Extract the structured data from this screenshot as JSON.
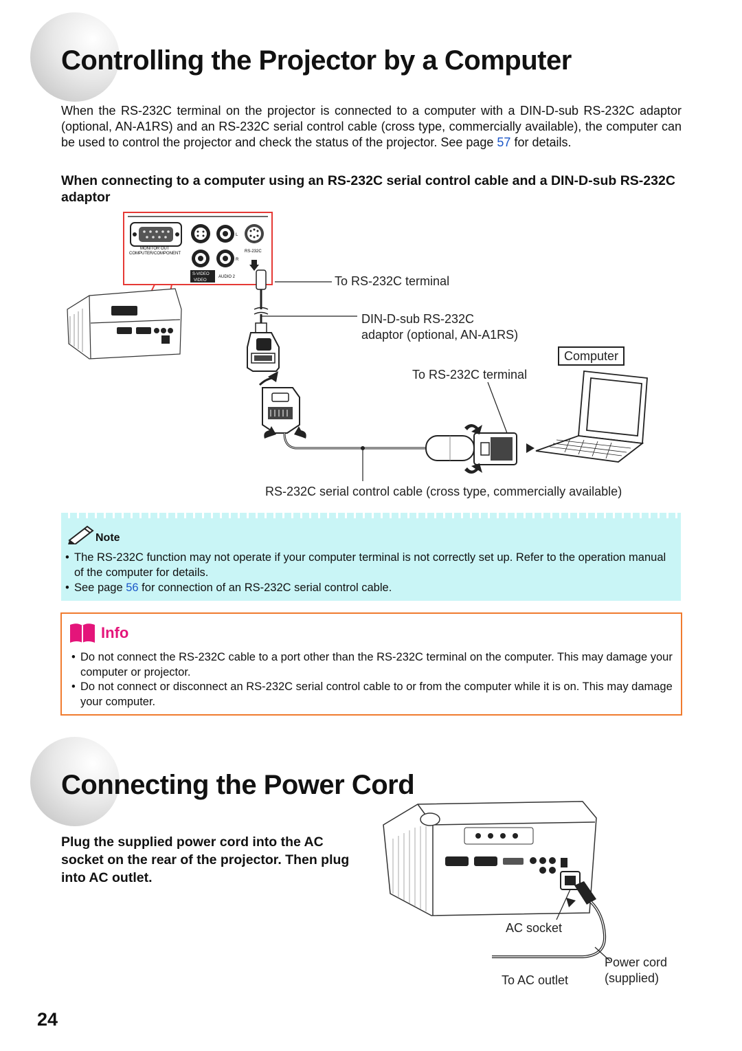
{
  "section1": {
    "title": "Controlling the Projector by a Computer",
    "intro_before": "When the RS-232C terminal on the projector is connected to a computer with a DIN-D-sub RS-232C adaptor (optional, AN-A1RS) and an RS-232C serial control cable (cross type, commercially available), the computer can be used to control the projector and check the status of the projector. See page ",
    "intro_link": "57",
    "intro_after": " for details.",
    "subheading": "When connecting to a computer using an RS-232C serial control cable and a DIN-D-sub RS-232C adaptor"
  },
  "diagram1": {
    "label_terminal_top": "To RS-232C terminal",
    "label_adaptor_line1": "DIN-D-sub RS-232C",
    "label_adaptor_line2": "adaptor (optional, AN-A1RS)",
    "label_computer": "Computer",
    "label_terminal_pc": "To RS-232C terminal",
    "label_cable": "RS-232C serial control cable (cross type, commercially available)",
    "panel_monitor_out": "MONITOR OUT",
    "panel_computer_component": "COMPUTER/COMPONENT",
    "panel_svideo": "S-VIDEO",
    "panel_video": "VIDEO",
    "panel_audio2": "AUDIO 2",
    "panel_rs232c": "RS-232C",
    "panel_l": "L",
    "panel_r": "R"
  },
  "note": {
    "title": "Note",
    "item1": "The RS-232C function may not operate if your computer terminal is not correctly set up. Refer to the operation manual of the computer for details.",
    "item2_before": "See page ",
    "item2_link": "56",
    "item2_after": " for connection of an RS-232C serial control cable."
  },
  "info": {
    "title": "Info",
    "item1": "Do not connect the RS-232C cable to a port other than the RS-232C terminal on the computer. This may damage your computer or projector.",
    "item2": "Do not connect or disconnect an RS-232C serial control cable to or from the computer while it is on. This may damage your computer."
  },
  "section2": {
    "title": "Connecting the Power Cord",
    "instruction": "Plug the supplied power cord into the AC socket on the rear of the projector. Then plug into AC outlet."
  },
  "diagram2": {
    "label_ac_socket": "AC socket",
    "label_power_cord": "Power cord",
    "label_supplied": "(supplied)",
    "label_ac_outlet": "To AC outlet"
  },
  "page_number": "24",
  "colors": {
    "link": "#1a56c8",
    "note_bg": "#c9f5f6",
    "info_border": "#f07b2e",
    "info_title": "#e4157a",
    "panel_highlight": "#e53935"
  }
}
